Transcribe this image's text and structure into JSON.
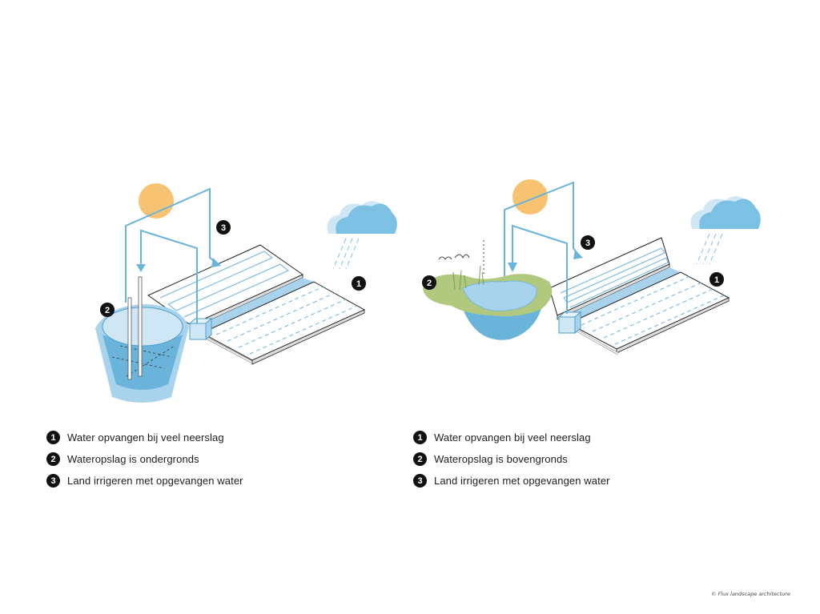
{
  "diagrams": [
    {
      "markers": [
        "1",
        "2",
        "3"
      ],
      "legend": [
        {
          "num": "1",
          "text": "Water opvangen bij veel neerslag"
        },
        {
          "num": "2",
          "text": "Wateropslag is ondergronds"
        },
        {
          "num": "3",
          "text": "Land irrigeren met opgevangen water"
        }
      ]
    },
    {
      "markers": [
        "1",
        "2",
        "3"
      ],
      "legend": [
        {
          "num": "1",
          "text": "Water opvangen bij veel neerslag"
        },
        {
          "num": "2",
          "text": "Wateropslag is bovengronds"
        },
        {
          "num": "3",
          "text": "Land irrigeren met opgevangen water"
        }
      ]
    }
  ],
  "credit": "© Flux landscape architecture",
  "colors": {
    "water_blue": "#6ab4dc",
    "light_blue": "#b9def1",
    "cloud_blue": "#a9d3ec",
    "sun_orange": "#f7c373",
    "grass_green": "#b1c97e",
    "marker_black": "#111111"
  }
}
